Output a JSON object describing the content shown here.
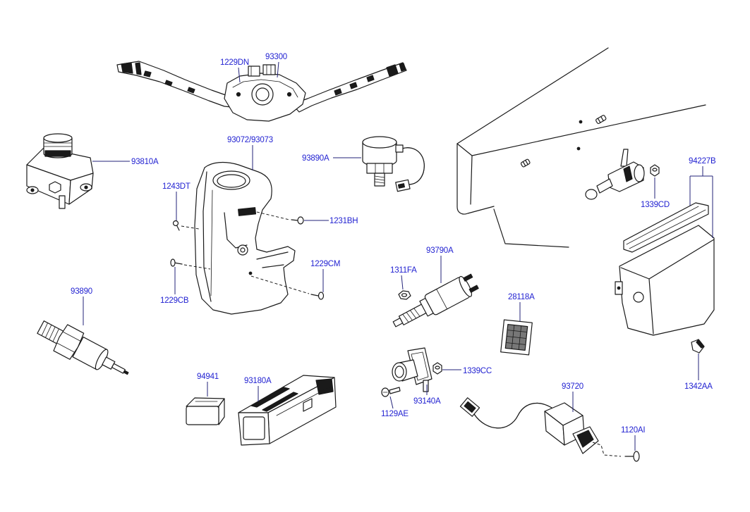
{
  "diagram": {
    "callouts": [
      "1229DN",
      "93300",
      "93810A",
      "93072/93073",
      "93890A",
      "94227B",
      "1243DT",
      "1231BH",
      "1339CD",
      "1229CM",
      "1229CB",
      "93790A",
      "1311FA",
      "93890",
      "28118A",
      "1339CC",
      "93140A",
      "1129AE",
      "94941",
      "93180A",
      "93720",
      "1120AI",
      "1342AA"
    ]
  },
  "colors": {
    "callout_text": "#1f1fd1",
    "line_art": "#1a1a1a",
    "background": "#ffffff"
  }
}
